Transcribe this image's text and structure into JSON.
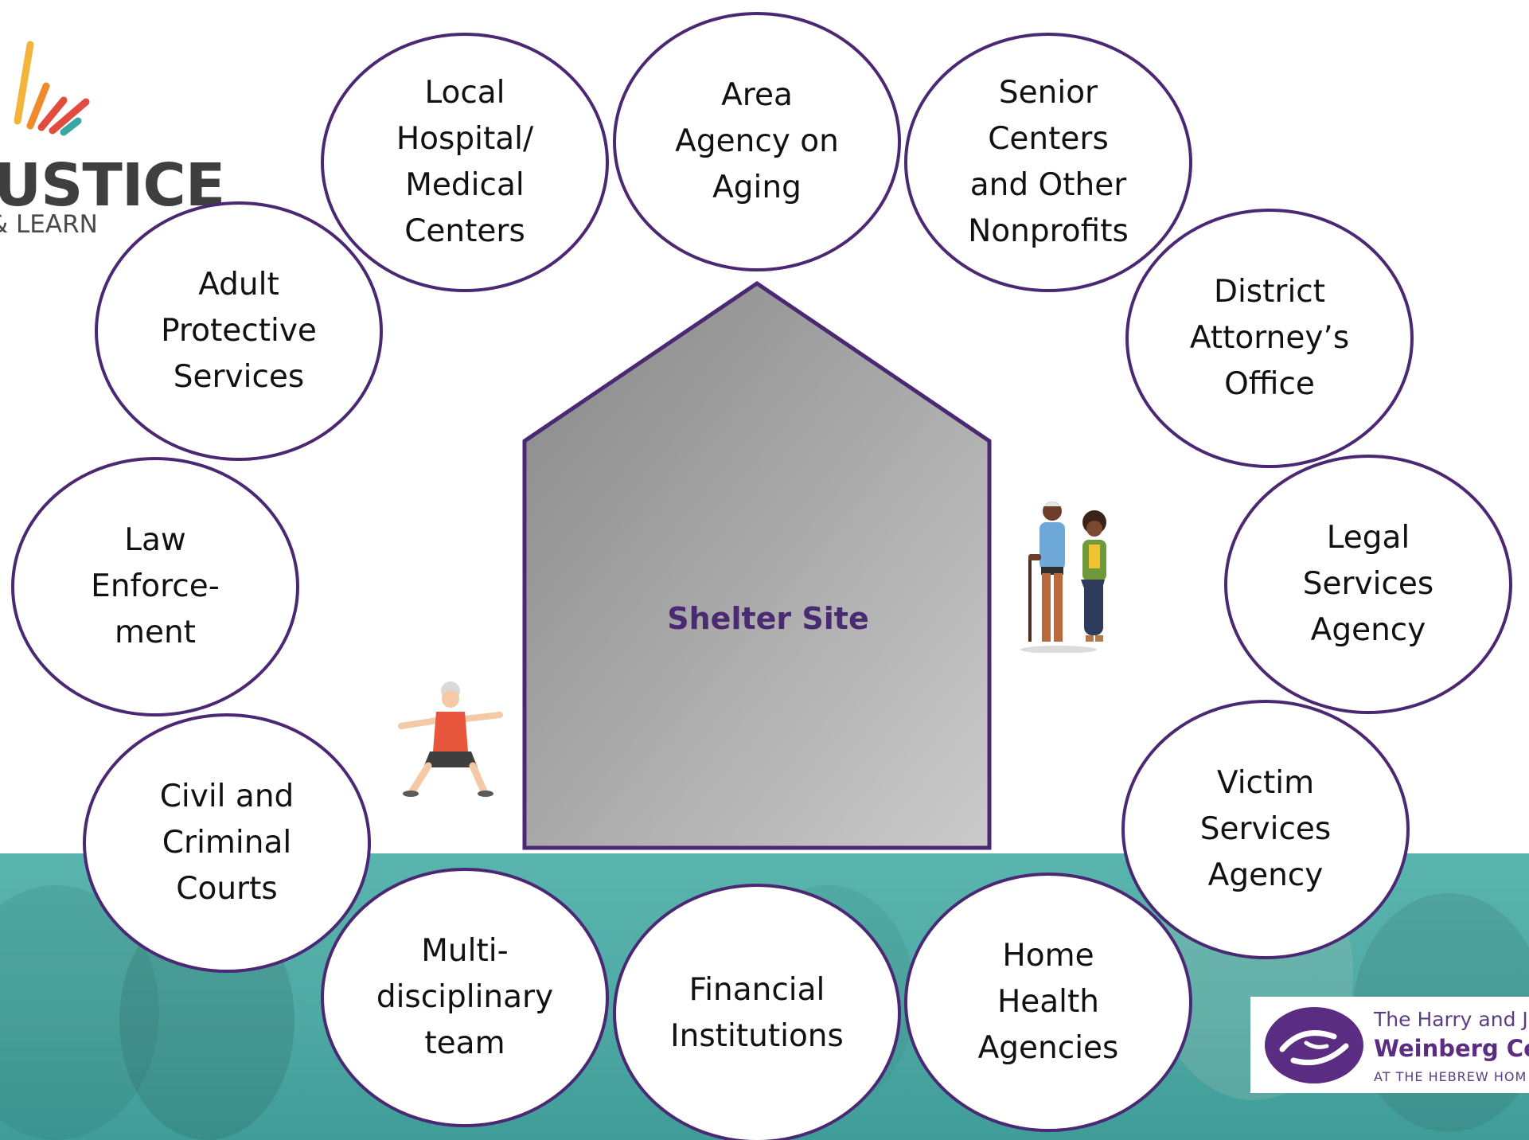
{
  "logos": {
    "top_left_word": "USTICE",
    "top_left_sub": "& LEARN",
    "bottom_right_line1": "The Harry and Je",
    "bottom_right_line2": "Weinberg Cen",
    "bottom_right_line3": "AT THE HEBREW HOM"
  },
  "center": {
    "label": "Shelter Site"
  },
  "partners": [
    {
      "id": "local-hospital",
      "label": "Local\nHospital/\nMedical\nCenters"
    },
    {
      "id": "area-agency",
      "label": "Area\nAgency on\nAging"
    },
    {
      "id": "senior-centers",
      "label": "Senior\nCenters\nand Other\nNonprofits"
    },
    {
      "id": "adult-protective",
      "label": "Adult\nProtective\nServices"
    },
    {
      "id": "district-attorney",
      "label": "District\nAttorney’s\nOffice"
    },
    {
      "id": "law-enforcement",
      "label": "Law\nEnforce-\nment"
    },
    {
      "id": "legal-services",
      "label": "Legal\nServices\nAgency"
    },
    {
      "id": "civil-criminal-courts",
      "label": "Civil and\nCriminal\nCourts"
    },
    {
      "id": "victim-services",
      "label": "Victim\nServices\nAgency"
    },
    {
      "id": "multidisciplinary-team",
      "label": "Multi-\ndisciplinary\nteam"
    },
    {
      "id": "financial-institutions",
      "label": "Financial\nInstitutions"
    },
    {
      "id": "home-health",
      "label": "Home\nHealth\nAgencies"
    }
  ],
  "colors": {
    "circle_border": "#4b2873",
    "shelter_text": "#4a2a72",
    "house_fill_dark": "#8a8a8a",
    "house_fill_light": "#c8c8c8",
    "band_teal": "#55b0aa",
    "brand_purple": "#5a2d82"
  }
}
